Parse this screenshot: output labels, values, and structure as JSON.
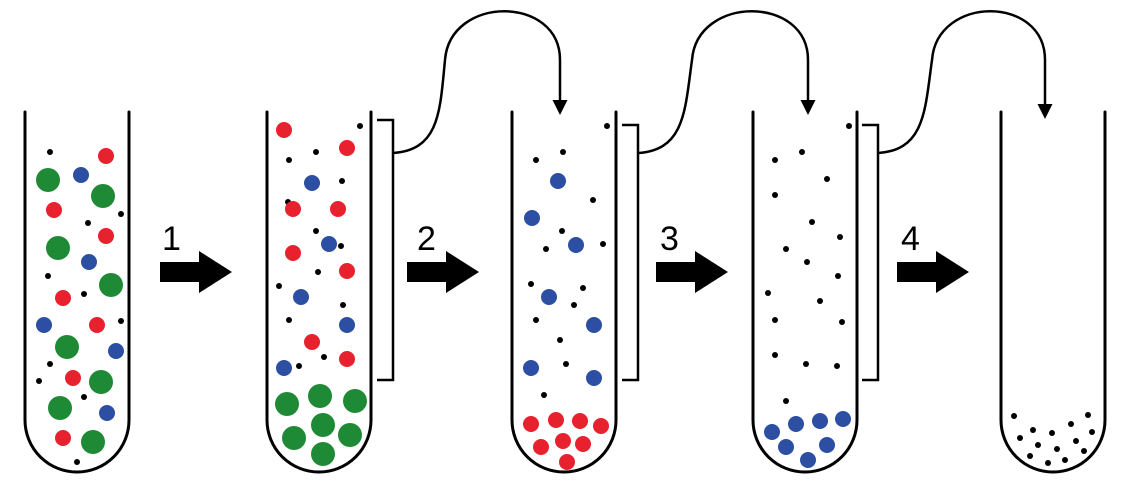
{
  "steps": [
    {
      "label": "1"
    },
    {
      "label": "2"
    },
    {
      "label": "3"
    },
    {
      "label": "4"
    }
  ],
  "colors": {
    "outline": "#000000",
    "green_particle": "#1f8a35",
    "red_particle": "#e8212e",
    "blue_particle": "#2c4fa3",
    "black_particle": "#000000"
  },
  "icons": {
    "arrow": "right-arrow-icon",
    "transfer": "curved-transfer-arrow-icon"
  }
}
